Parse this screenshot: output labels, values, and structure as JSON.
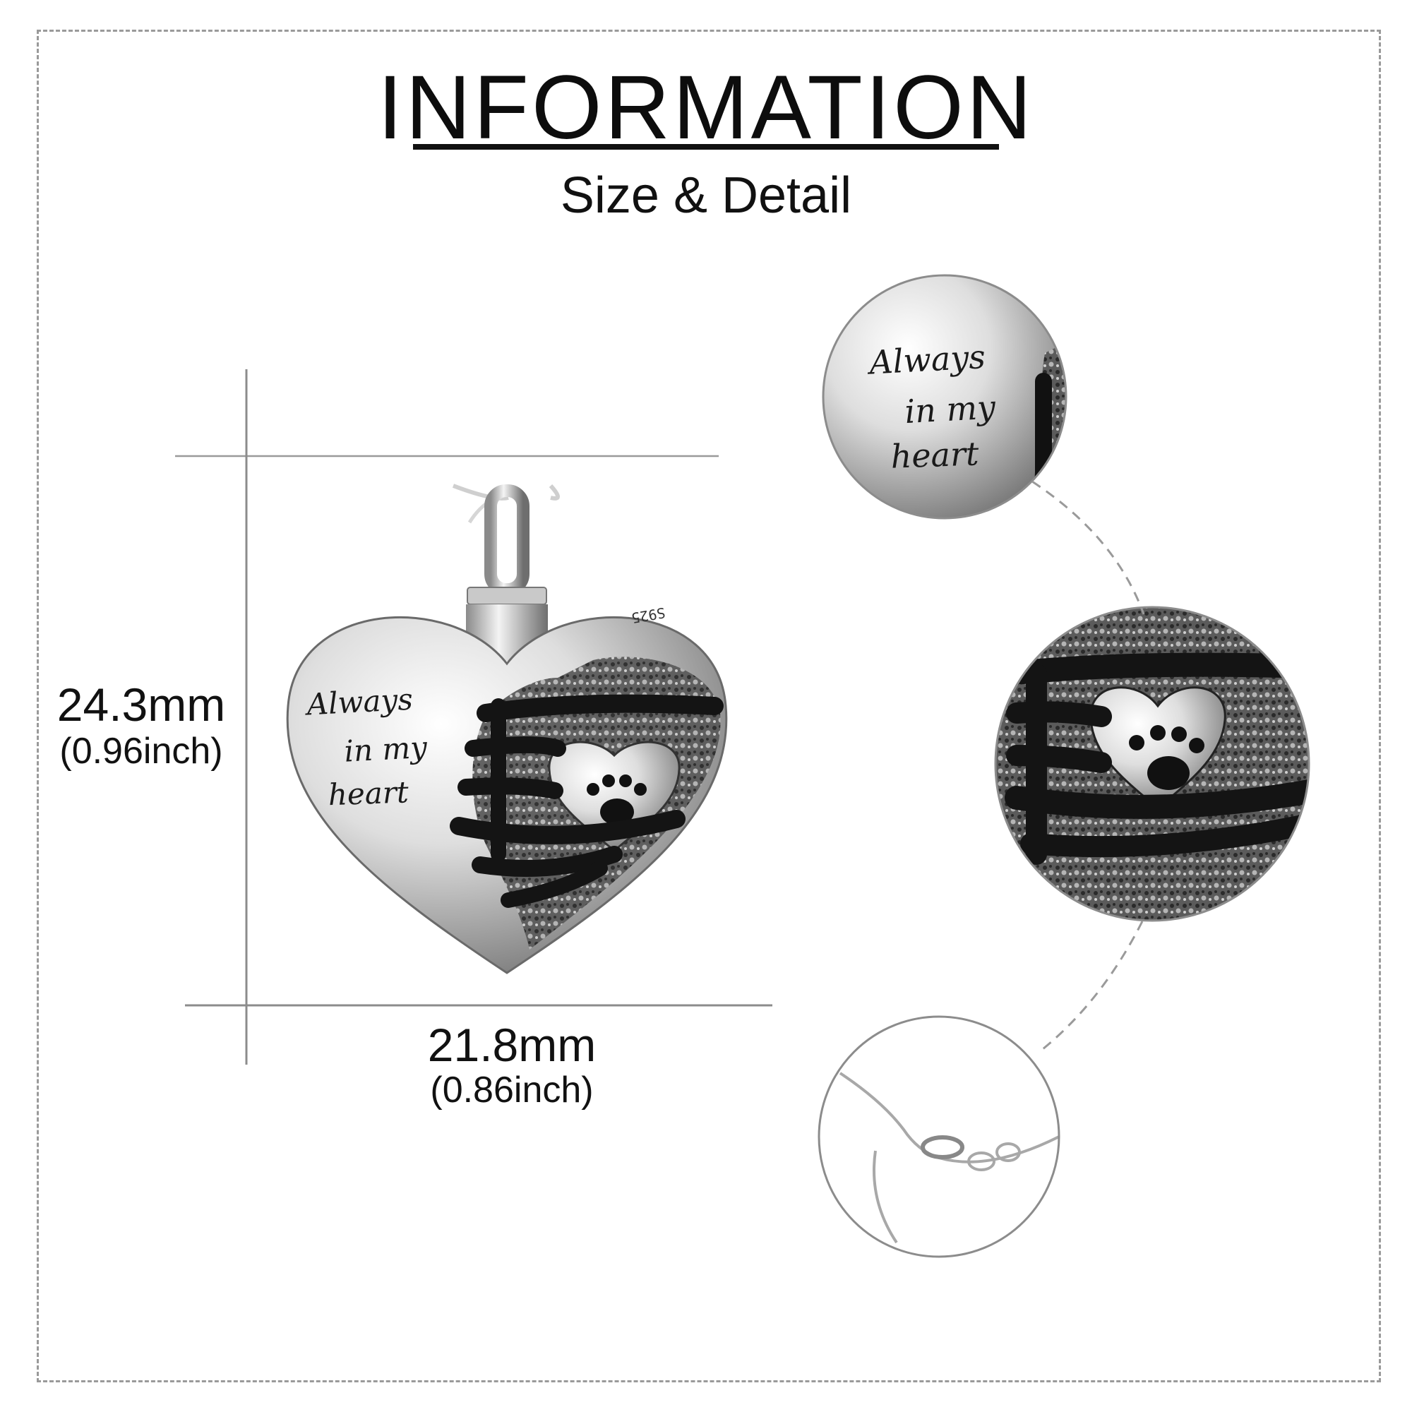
{
  "header": {
    "title": "INFORMATION",
    "subtitle": "Size & Detail"
  },
  "dimensions": {
    "height": {
      "mm": "24.3mm",
      "inch": "(0.96inch)"
    },
    "width": {
      "mm": "21.8mm",
      "inch": "(0.86inch)"
    }
  },
  "pendant": {
    "engraving": [
      "Always",
      "in my",
      "heart"
    ],
    "stamp": "S925"
  },
  "colors": {
    "silver": "#d9d9d9",
    "dark": "#1b1b1b",
    "guide_line": "#8c8c8c",
    "frame": "#9a9a9a"
  }
}
